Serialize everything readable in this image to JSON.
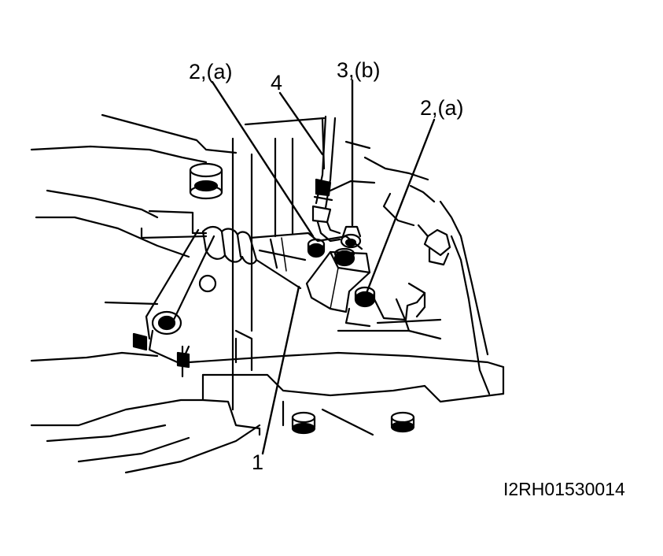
{
  "callouts": {
    "bolt_a_left": "2,(a)",
    "pipe": "4",
    "bleeder_b": "3,(b)",
    "bolt_a_right": "2,(a)",
    "cylinder": "1"
  },
  "figure_id": "I2RH01530014",
  "colors": {
    "ink": "#000000",
    "paper": "#ffffff"
  }
}
